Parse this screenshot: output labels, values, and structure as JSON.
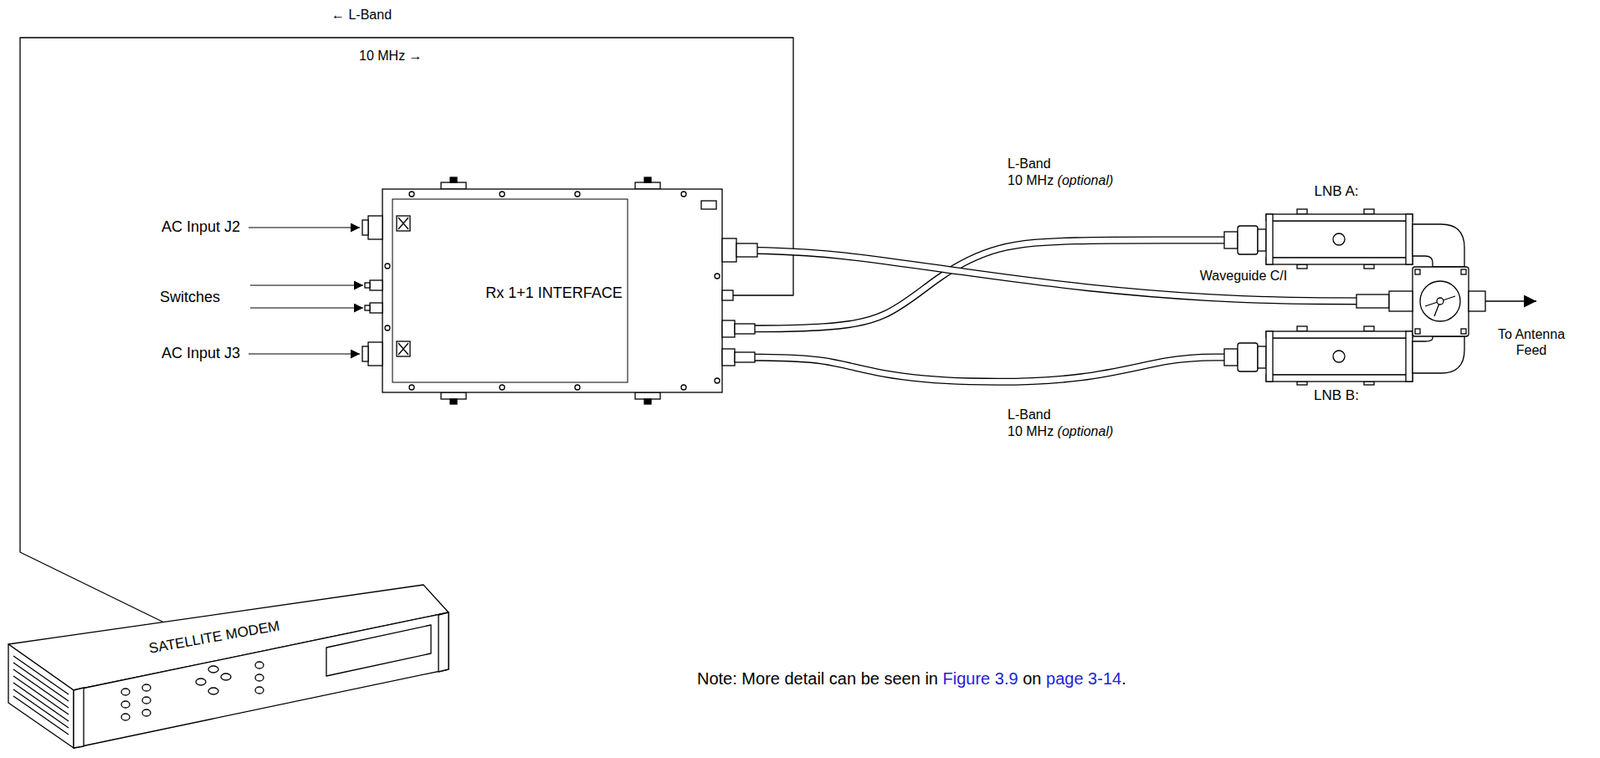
{
  "diagram": {
    "nodes": [
      {
        "text": [
          "Rx 1+1 INTERFACE"
        ]
      },
      {
        "text": [
          "LNB A:"
        ]
      },
      {
        "text": [
          "Waveguide C/I"
        ]
      },
      {
        "text": [
          "LNB B:"
        ]
      },
      {
        "text": [
          "SATELLITE MODEM"
        ]
      }
    ],
    "edges": [
      {
        "from": 4,
        "to": 0,
        "arrow": "none"
      },
      {
        "from": 0,
        "to": 1,
        "label": "L-Band 10 MHz (optional)",
        "arrow": "none"
      },
      {
        "from": 0,
        "to": 2,
        "arrow": "none"
      },
      {
        "from": 0,
        "to": 3,
        "label": "L-Band 10 MHz (optional)",
        "arrow": "none"
      }
    ],
    "labels": [
      "← L-Band",
      "10 MHz →",
      "AC Input J2",
      "Switches",
      "AC Input J3",
      "To Antenna Feed",
      "Note: More detail can be seen in",
      "Figure 3.9",
      "on",
      "page 3-14",
      "."
    ]
  }
}
